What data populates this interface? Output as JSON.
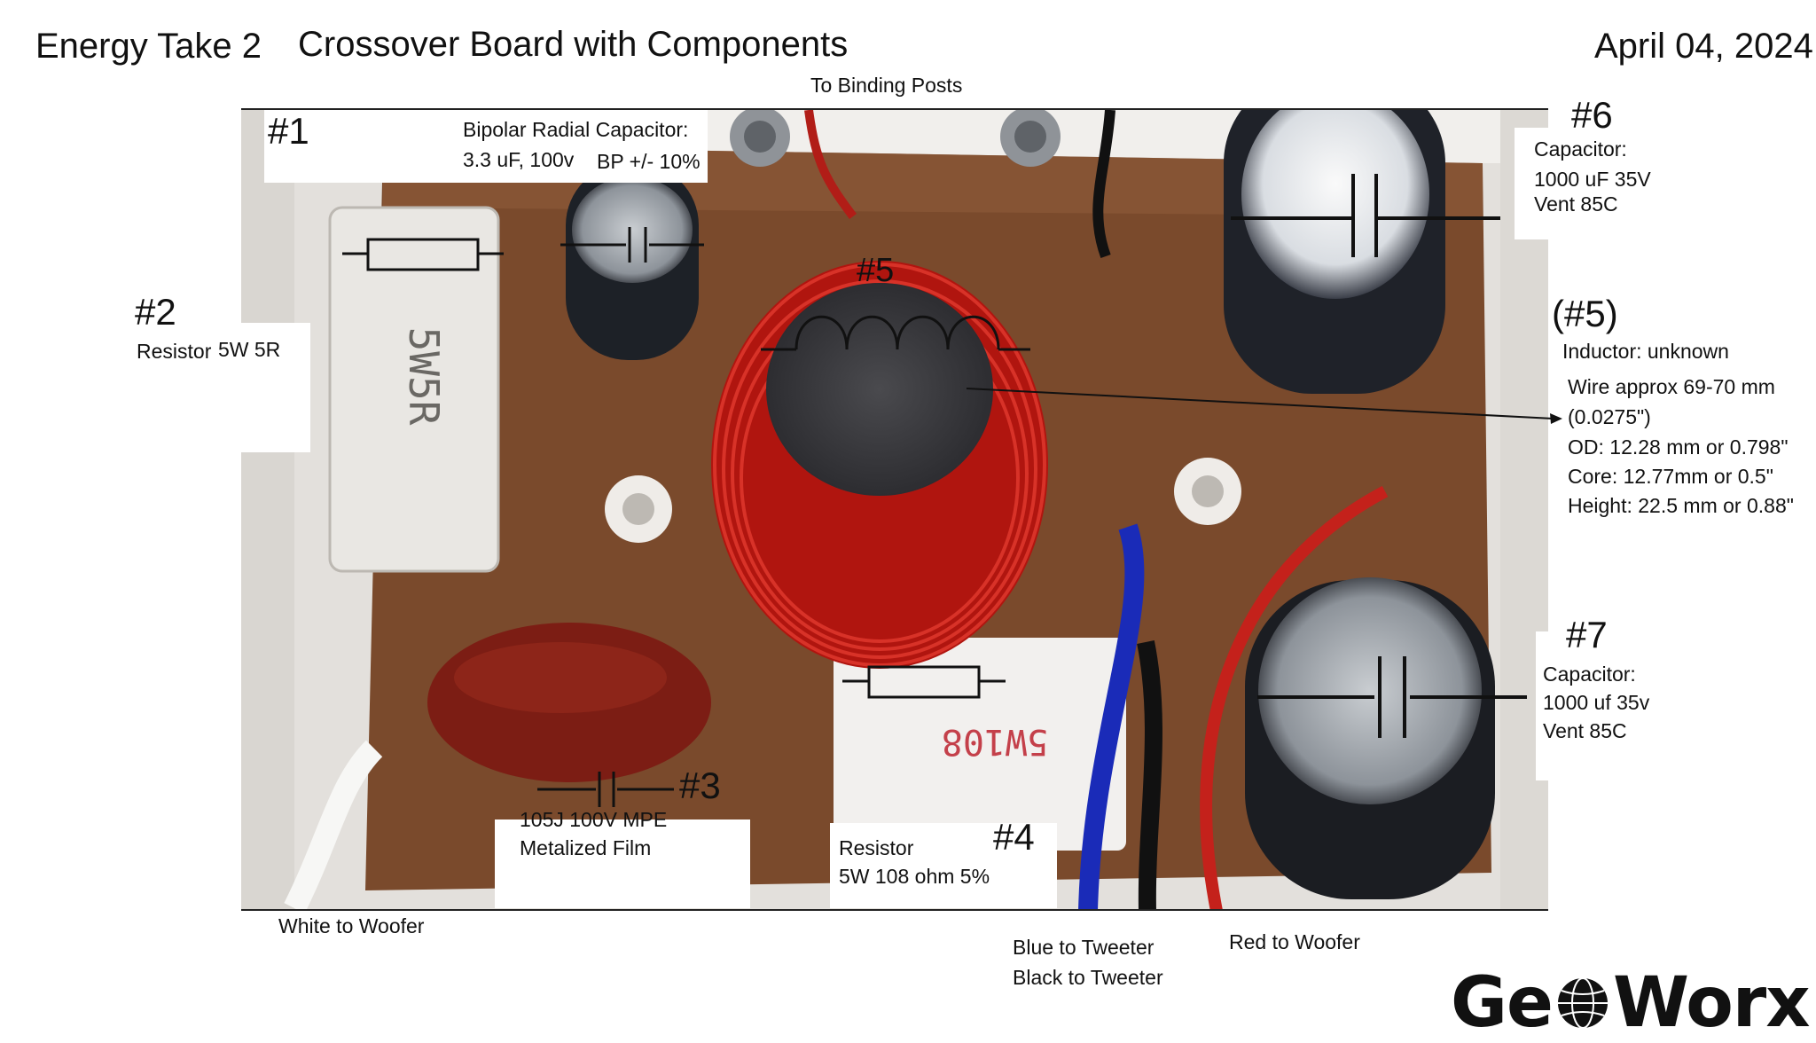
{
  "header": {
    "model": "Energy Take 2",
    "title": "Crossover Board with Components",
    "date": "April 04, 2024"
  },
  "wires": {
    "top": "To Binding Posts",
    "white": "White to Woofer",
    "blue": "Blue to Tweeter",
    "black": "Black to Tweeter",
    "red": "Red to Woofer"
  },
  "components": {
    "c1": {
      "num": "#1",
      "line1": "Bipolar Radial Capacitor:",
      "line2": "3.3 uF, 100v",
      "line3": "BP +/- 10%"
    },
    "c2": {
      "num": "#2",
      "line1": "Resistor",
      "line2": "5W 5R"
    },
    "c3": {
      "num": "#3",
      "line1": "105J 100V MPE",
      "line2": "Metalized Film"
    },
    "c4": {
      "num": "#4",
      "line1": "Resistor",
      "line2": "5W 108 ohm 5%"
    },
    "c5": {
      "num": "#5",
      "num_ref": "(#5)",
      "line1": "Inductor: unknown",
      "line2": "Wire approx 69-70 mm",
      "line3": "(0.0275\")",
      "line4": "OD: 12.28 mm or 0.798\"",
      "line5": "Core: 12.77mm or 0.5\"",
      "line6": "Height: 22.5 mm or 0.88\""
    },
    "c6": {
      "num": "#6",
      "line1": "Capacitor:",
      "line2": "1000 uF 35V",
      "line3": "Vent 85C"
    },
    "c7": {
      "num": "#7",
      "line1": "Capacitor:",
      "line2": "1000 uf 35v",
      "line3": "Vent 85C"
    }
  },
  "part_markings": {
    "resistor_5w5r": "5W5R",
    "resistor_108": "5W108"
  },
  "logo": {
    "text_a": "Ge",
    "text_b": "Worx"
  }
}
